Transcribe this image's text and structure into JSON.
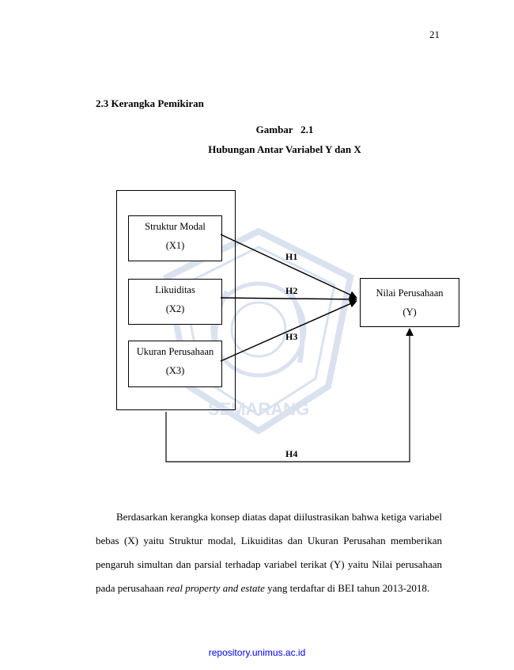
{
  "page": {
    "number": "21"
  },
  "section": {
    "heading": "2.3 Kerangka Pemikiran"
  },
  "figure": {
    "label": "Gambar   2.1",
    "caption": "Hubungan Antar Variabel Y dan X",
    "boxes": {
      "x1": {
        "name": "Struktur Modal",
        "code": "(X1)"
      },
      "x2": {
        "name": "Likuiditas",
        "code": "(X2)"
      },
      "x3": {
        "name": "Ukuran Perusahaan",
        "code": "(X3)"
      },
      "y": {
        "name": "Nilai Perusahaan",
        "code": "(Y)"
      }
    },
    "hypotheses": {
      "h1": "H1",
      "h2": "H2",
      "h3": "H3",
      "h4": "H4"
    },
    "watermark": {
      "text": "SEMARANG"
    }
  },
  "body": {
    "text_before_italic": "Berdasarkan kerangka konsep diatas dapat diilustrasikan bahwa ketiga variabel bebas (X) yaitu Struktur modal, Likuiditas dan Ukuran Perusahan memberikan pengaruh simultan dan parsial terhadap variabel terikat (Y) yaitu Nilai perusahaan pada perusahaan ",
    "italic": "real property and estate",
    "text_after_italic": " yang terdaftar di BEI tahun 2013-2018."
  },
  "footer": {
    "link": "repository.unimus.ac.id"
  },
  "colors": {
    "link": "#0000ee",
    "watermark": "#3a5fa8"
  }
}
